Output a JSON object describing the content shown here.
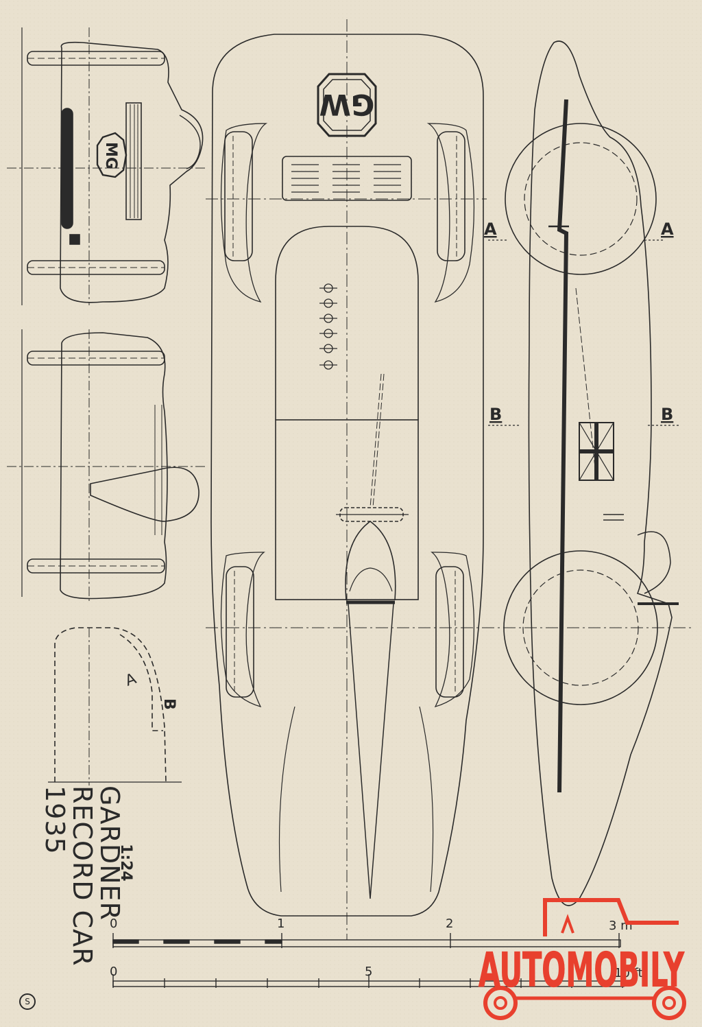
{
  "sections": {
    "a": "A",
    "b": "B"
  },
  "logo_top": "GW",
  "logo_front": "MG",
  "title_lines": [
    "GARDNER",
    "RECORD CAR",
    "1935"
  ],
  "scale_ratio": "1:24",
  "scale_m": {
    "ticks": [
      "0",
      "1",
      "2",
      "3 m"
    ]
  },
  "scale_ft": {
    "ticks": [
      "0",
      "5",
      "10 ft"
    ]
  },
  "copyright_symbol": "S",
  "brand": {
    "text": "AUTOMOBILY",
    "color": "#e8402e"
  },
  "colors": {
    "paper": "#e9e1cf",
    "ink": "#2a2a2a"
  }
}
